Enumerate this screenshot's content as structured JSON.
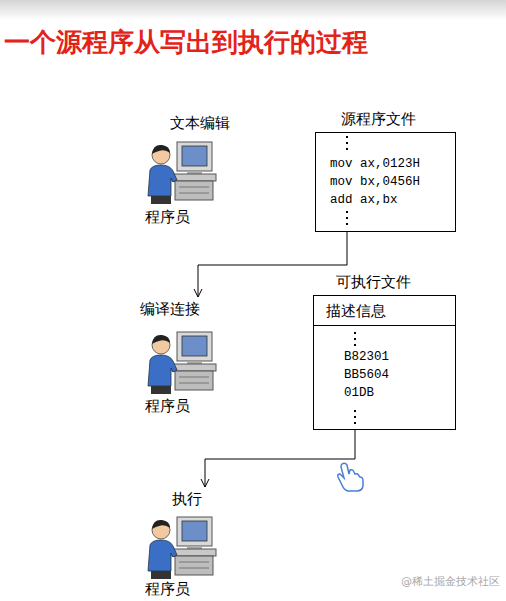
{
  "diagram": {
    "title": "一个源程序从写出到执行的过程",
    "nodes": [
      {
        "text": [
          "文本编辑",
          "程序员"
        ]
      },
      {
        "text": [
          "源程序文件",
          "mov ax,0123H",
          "mov bx,0456H",
          "add ax,bx"
        ]
      },
      {
        "text": [
          "编译连接",
          "程序员"
        ]
      },
      {
        "text": [
          "可执行文件",
          "B82301",
          "BB5604",
          "01DB"
        ]
      },
      {
        "text": [
          "描述信息"
        ],
        "in": 3
      },
      {
        "text": [
          "执行",
          "程序员"
        ]
      }
    ],
    "edges": [
      {
        "from": 1,
        "to": 2,
        "arrow": "to"
      },
      {
        "from": 3,
        "to": 5,
        "arrow": "to"
      }
    ],
    "labels": [
      "@稀土掘金技术社区"
    ]
  }
}
